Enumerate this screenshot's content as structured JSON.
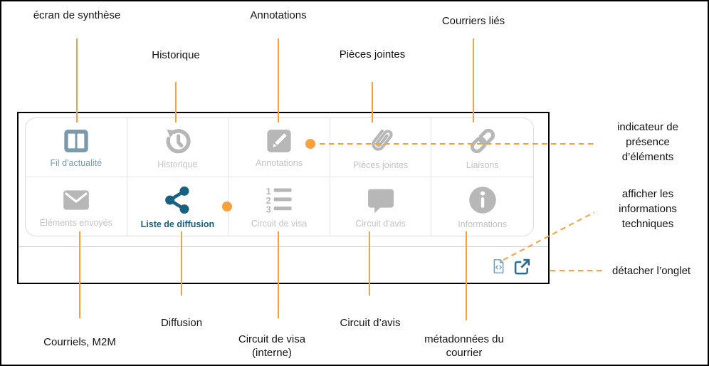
{
  "colors": {
    "accent_orange": "#F8A13C",
    "active_slate": "#7A99AC",
    "active_blue": "#1A607F",
    "inactive_gray": "#B7B7B7",
    "tech_icon_blue": "#6D9CBE",
    "detach_icon_blue": "#2B6A91"
  },
  "callouts": {
    "top": [
      {
        "label": "écran de synthèse"
      },
      {
        "label": "Historique"
      },
      {
        "label": "Annotations"
      },
      {
        "label": "Pièces jointes"
      },
      {
        "label": "Courriers liés"
      }
    ],
    "bottom": [
      {
        "label": "Courriels, M2M"
      },
      {
        "label": "Diffusion"
      },
      {
        "label": "Circuit de visa (interne)"
      },
      {
        "label": "Circuit d’avis"
      },
      {
        "label": "métadonnées du courrier"
      }
    ],
    "right": [
      {
        "label": "indicateur de présence d’éléments"
      },
      {
        "label": "afficher les informations techniques"
      },
      {
        "label": "détacher l’onglet"
      }
    ]
  },
  "panel": {
    "tabs": [
      {
        "label": "Fil d'actualité",
        "icon": "columns-icon",
        "state": "active-slate",
        "badge": false
      },
      {
        "label": "Historique",
        "icon": "history-icon",
        "state": "inactive",
        "badge": false
      },
      {
        "label": "Annotations",
        "icon": "pencil-square-icon",
        "state": "inactive",
        "badge": true
      },
      {
        "label": "Pièces jointes",
        "icon": "paperclip-icon",
        "state": "inactive",
        "badge": false
      },
      {
        "label": "Liaisons",
        "icon": "chain-link-icon",
        "state": "inactive",
        "badge": false
      },
      {
        "label": "Éléments envoyés",
        "icon": "envelope-icon",
        "state": "inactive",
        "badge": false
      },
      {
        "label": "Liste de diffusion",
        "icon": "share-icon",
        "state": "active-blue",
        "badge": true
      },
      {
        "label": "Circuit de visa",
        "icon": "numbered-list-icon",
        "state": "inactive",
        "badge": false
      },
      {
        "label": "Circuit d'avis",
        "icon": "comment-icon",
        "state": "inactive",
        "badge": false
      },
      {
        "label": "Informations",
        "icon": "info-circle-icon",
        "state": "inactive",
        "badge": false
      }
    ],
    "footer": {
      "technical_icon": "file-code-icon",
      "detach_icon": "external-link-icon"
    }
  }
}
